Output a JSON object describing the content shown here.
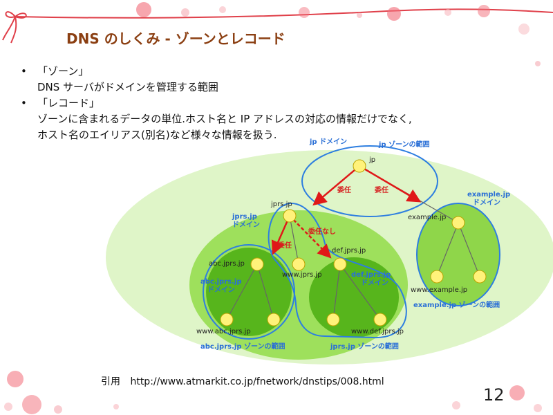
{
  "title": "DNS のしくみ - ゾーンとレコード",
  "bullets": [
    {
      "head": "「ゾーン」",
      "lines": [
        "DNS サーバがドメインを管理する範囲"
      ]
    },
    {
      "head": "「レコード」",
      "lines": [
        "ゾーンに含まれるデータの単位.ホスト名と IP アドレスの対応の情報だけでなく,",
        "ホスト名のエイリアス(別名)など様々な情報を扱う."
      ]
    }
  ],
  "bullet_symbol": "•",
  "diagram": {
    "domain_labels": {
      "jp": "jp ドメイン",
      "jprs_line1": "jprs.jp",
      "jprs_line2": "ドメイン",
      "example_line1": "example.jp",
      "example_line2": "ドメイン",
      "abc_line1": "abc.jprs.jp",
      "abc_line2": "ドメイン",
      "def_line1": "def.jprs.jp",
      "def_line2": "ドメイン"
    },
    "zone_labels": {
      "jp": "jp ゾーンの範囲",
      "example": "example.jp ゾーンの範囲",
      "abc": "abc.jprs.jp ゾーンの範囲",
      "jprs": "jprs.jp ゾーンの範囲"
    },
    "nodes": {
      "jp": "jp",
      "jprs": "jprs.jp",
      "example": "example.jp",
      "abc": "abc.jprs.jp",
      "www_jprs": "www.jprs.jp",
      "def": "def.jprs.jp",
      "www_example": "www.example.jp",
      "www_abc": "www.abc.jprs.jp",
      "www_def": "www.def.jprs.jp"
    },
    "delegation": {
      "jp_left": "委任",
      "jp_right": "委任",
      "jprs_abc": "委任",
      "jprs_def": "委任なし"
    },
    "colors": {
      "outer_zone": "#dff5c8",
      "inner_zone": "#8fd64a",
      "deep_zone": "#57b51c",
      "zone_border": "#2d7ee0",
      "delegation_arrow": "#e01818",
      "node_fill": "#fff27a"
    }
  },
  "citation": {
    "label": "引用",
    "url": "http://www.atmarkit.co.jp/fnetwork/dnstips/008.html"
  },
  "page_number": "12"
}
